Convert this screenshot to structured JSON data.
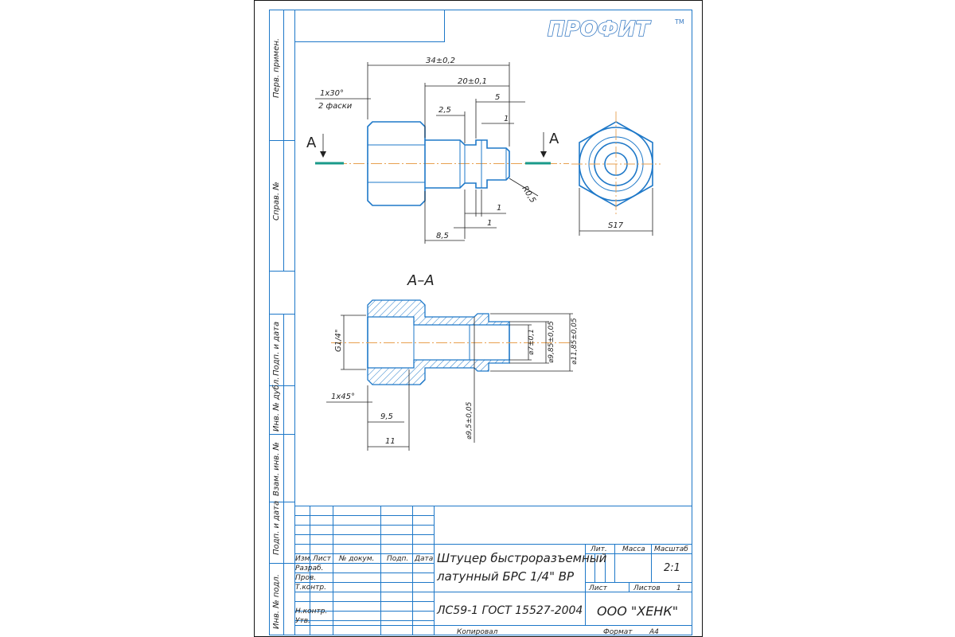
{
  "logo": {
    "text": "ПРОФИТ",
    "tm": "TM"
  },
  "side_labels": [
    "Перв. примен.",
    "Справ. №",
    "Подп. и дата",
    "Инв. № дубл.",
    "Взам. инв. №",
    "Подп. и дата",
    "Инв. № подл."
  ],
  "section_markers": {
    "left": "А",
    "right": "А",
    "title": "А–А"
  },
  "dimensions_top": {
    "overall": "34±0,2",
    "body": "20±0,1",
    "groove_pos": "2,5",
    "groove_w": "5",
    "small": "1",
    "chamfer_note": "1х30°",
    "chamfer_count": "2 фаски",
    "radius": "R0,5",
    "bottom_1a": "1",
    "bottom_1b": "1",
    "bottom_len": "8,5",
    "hex": "S17"
  },
  "dimensions_section": {
    "thread": "G1/4\"",
    "d1": "⌀7±0,1",
    "d2": "⌀9,85±0,05",
    "d3": "⌀11,85±0,05",
    "d4": "⌀9,5±0,05",
    "chamfer": "1х45°",
    "len1": "9,5",
    "len2": "11"
  },
  "title_block": {
    "name_line1": "Штуцер быстроразъемный",
    "name_line2": "латунный БРС 1/4\" ВР",
    "material": "ЛС59-1 ГОСТ 15527-2004",
    "company": "ООО \"ХЕНК\"",
    "headers": {
      "izm": "Изм.",
      "list": "Лист",
      "doc": "№ докум.",
      "podp": "Подп.",
      "data": "Дата"
    },
    "rows": [
      "Разраб.",
      "Пров.",
      "Т.контр.",
      "Н.контр.",
      "Утв."
    ],
    "lit": "Лит.",
    "massa": "Масса",
    "masshtab": "Масштаб",
    "scale": "2:1",
    "list_label": "Лист",
    "listov_label": "Листов",
    "listov": "1",
    "kopiroval": "Копировал",
    "format": "Формат",
    "format_value": "А4"
  }
}
